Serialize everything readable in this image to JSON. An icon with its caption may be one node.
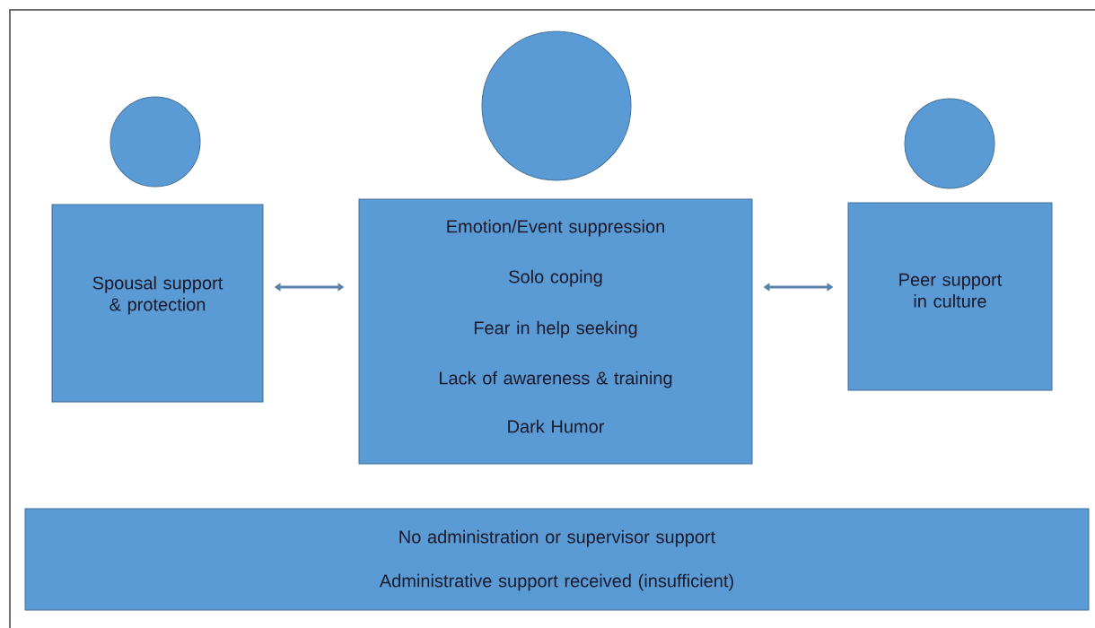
{
  "diagram": {
    "nodes": [
      {
        "text": [],
        "shape": "circle"
      },
      {
        "text": [],
        "shape": "circle"
      },
      {
        "text": [],
        "shape": "circle"
      },
      {
        "text": [
          "Spousal support & protection"
        ]
      },
      {
        "text": [
          "Emotion/Event suppression",
          "Solo coping",
          "Fear in help seeking",
          "Lack of awareness & training",
          "Dark Humor"
        ]
      },
      {
        "text": [
          "Peer support in culture"
        ]
      },
      {
        "text": [
          "No administration or supervisor support",
          "Administrative support received (insufficient)"
        ]
      }
    ],
    "edges": [
      {
        "from": 3,
        "to": 4,
        "arrow": "both"
      },
      {
        "from": 4,
        "to": 5,
        "arrow": "both"
      }
    ]
  }
}
